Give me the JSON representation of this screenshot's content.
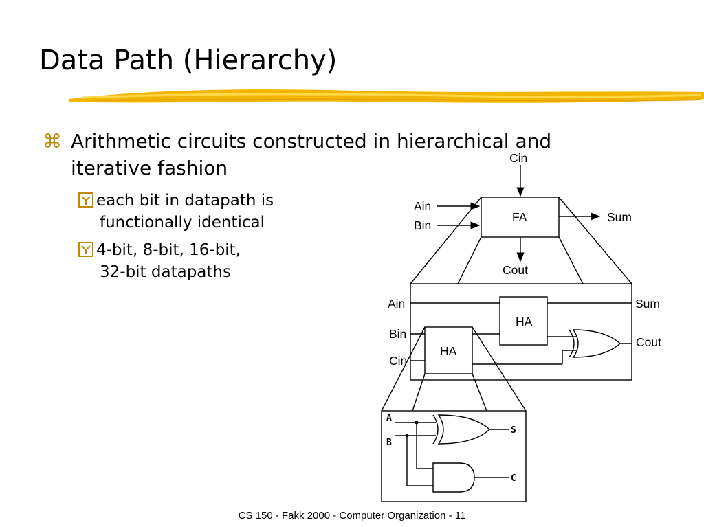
{
  "slide": {
    "title": "Data Path (Hierarchy)",
    "bullet": {
      "line1": "Arithmetic circuits constructed in hierarchical and",
      "line2": "iterative fashion"
    },
    "subbullets": [
      {
        "line1": "each bit in datapath is",
        "line2": "functionally identical"
      },
      {
        "line1": "4-bit, 8-bit, 16-bit,",
        "line2": "32-bit datapaths"
      }
    ],
    "footer": "CS 150 - Fakk 2000 - Computer Organization - 11"
  },
  "diagram": {
    "fa": {
      "block": "FA",
      "cin": "Cin",
      "ain": "Ain",
      "bin": "Bin",
      "sum": "Sum",
      "cout": "Cout"
    },
    "mid": {
      "ain": "Ain",
      "bin": "Bin",
      "cin": "Cin",
      "sum": "Sum",
      "cout": "Cout",
      "ha1": "HA",
      "ha2": "HA"
    },
    "bottom": {
      "a": "A",
      "b": "B",
      "s": "S",
      "c": "C"
    }
  },
  "colors": {
    "accent": "#f2b600",
    "bullet": "#c08a00"
  }
}
